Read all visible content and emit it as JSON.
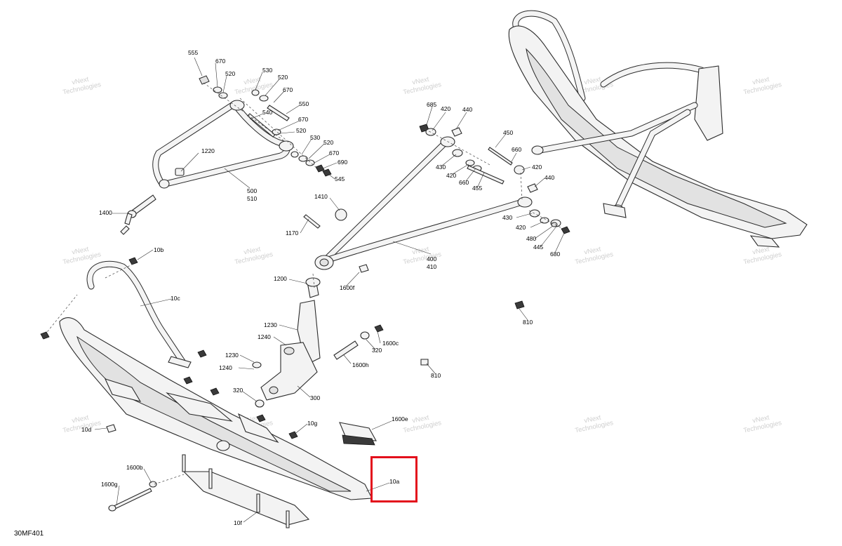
{
  "diagram_code": "30MF401",
  "watermark": {
    "line1": "vNext",
    "line2": "Technologies",
    "line3": "vNext Technologies"
  },
  "labels": {
    "p555": "555",
    "p670a": "670",
    "p520a": "520",
    "p530a": "530",
    "p520b": "520",
    "p670b": "670",
    "p550": "550",
    "p540": "540",
    "p670c": "670",
    "p520c": "520",
    "p530b": "530",
    "p520d": "520",
    "p670d": "670",
    "p690": "690",
    "p545": "545",
    "p1220": "1220",
    "p500": "500",
    "p510": "510",
    "p1400": "1400",
    "p685": "685",
    "p420a": "420",
    "p440a": "440",
    "p450": "450",
    "p660a": "660",
    "p430a": "430",
    "p420b": "420",
    "p420c": "420",
    "p660b": "660",
    "p455": "455",
    "p440b": "440",
    "p430b": "430",
    "p420d": "420",
    "p480": "480",
    "p445": "445",
    "p680": "680",
    "p1410": "1410",
    "p1170": "1170",
    "p400": "400",
    "p410": "410",
    "p1600f": "1600f",
    "p10b": "10b",
    "p10c": "10c",
    "p1200": "1200",
    "p1230a": "1230",
    "p1240a": "1240",
    "p320a": "320",
    "p1600c": "1600c",
    "p1230b": "1230",
    "p1240b": "1240",
    "p1600h": "1600h",
    "p810a": "810",
    "p810b": "810",
    "p320b": "320",
    "p300": "300",
    "p10g": "10g",
    "p1600e": "1600e",
    "p10d": "10d",
    "p1600b": "1600b",
    "p1600g": "1600g",
    "p10a": "10a",
    "p10f": "10f"
  },
  "highlight": {
    "label": "10a",
    "color": "#e3101c"
  }
}
